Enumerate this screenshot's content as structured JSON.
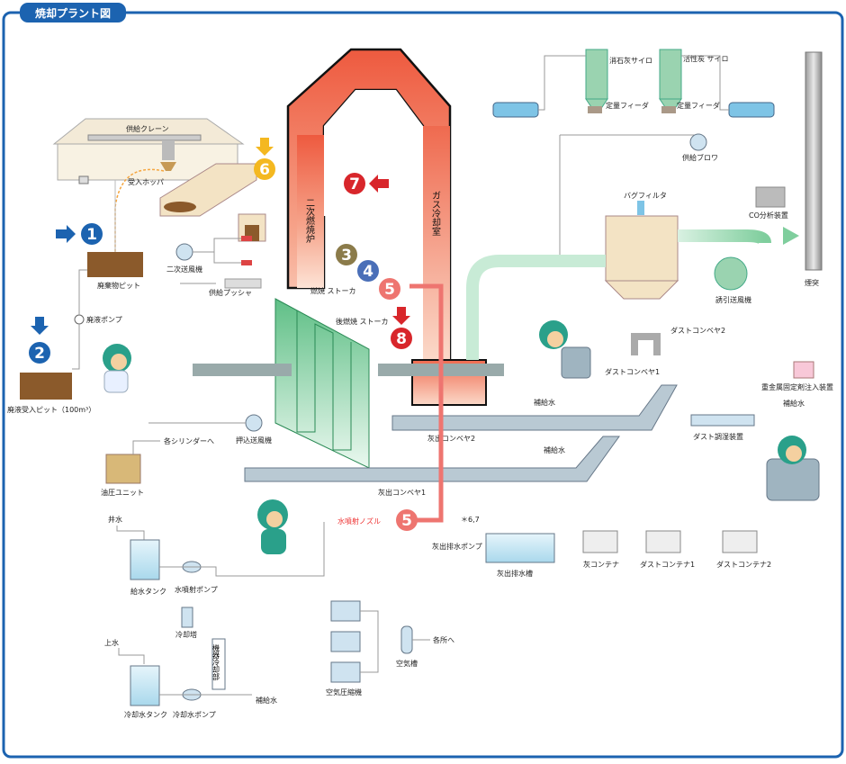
{
  "title": "焼却プラント図",
  "colors": {
    "frame": "#1c63b0",
    "furnace": "#ee6b4f",
    "pipe_green": "#8fd3a8",
    "water_line": "#e85d5a",
    "conveyor": "#9fb4c0"
  },
  "labels": {
    "supply_crane": "供給クレーン",
    "receiving_hopper": "受入ホッパ",
    "waste_pit": "廃棄物ピット",
    "liquid_pump": "廃液ポンプ",
    "liquid_pit": "廃液受入ピット（100m³）",
    "secondary_fan": "二次送風機",
    "feed_pusher": "供給プッシャ",
    "secondary_chamber": "二次燃焼炉",
    "gas_cooling": "ガス冷却室",
    "burner": "燃焼\nストーカ",
    "post_burner": "後燃焼\nストーカ",
    "push_fan": "押込送風機",
    "hydraulic_unit": "油圧ユニット",
    "to_cylinders": "各シリンダーへ",
    "ash_conveyor1": "灰出コンベヤ1",
    "ash_conveyor2": "灰出コンベヤ2",
    "makeup_water_a": "補給水",
    "makeup_water_b": "補給水",
    "makeup_water_c": "補給水",
    "makeup_water_d": "補給水",
    "well_water": "井水",
    "supply_tank": "給水タンク",
    "spray_pump": "水噴射ポンプ",
    "cooling_tower": "冷却塔",
    "tap_water": "上水",
    "cooling_tank": "冷却水タンク",
    "cooling_pump": "冷却水ポンプ",
    "equipment_cooling": "機器冷却部",
    "spray_nozzle": "水噴射ノズル",
    "ref_67": "＊6,7",
    "ash_drain_pump": "灰出排水ポンプ",
    "ash_drain_tank": "灰出排水槽",
    "compressor": "空気圧縮機",
    "air_tank": "空気槽",
    "to_places": "各所へ",
    "lime_silo": "消石灰サイロ",
    "carbon_silo": "活性炭\nサイロ",
    "feeder_a": "定量フィーダ",
    "feeder_b": "定量フィーダ",
    "supply_blower": "供給ブロワ",
    "bag_filter": "バグフィルタ",
    "co_analyzer": "CO分析装置",
    "chimney": "煙突",
    "induced_fan": "誘引送風機",
    "dust_conveyor1": "ダストコンベヤ1",
    "dust_conveyor2": "ダストコンベヤ2",
    "heavy_metal": "重金属固定剤注入装置",
    "dust_conditioner": "ダスト調湿装置",
    "ash_container": "灰コンテナ",
    "dust_container1": "ダストコンテナ1",
    "dust_container2": "ダストコンテナ2"
  },
  "markers": [
    "1",
    "2",
    "3",
    "4",
    "5",
    "5",
    "6",
    "7",
    "8"
  ]
}
